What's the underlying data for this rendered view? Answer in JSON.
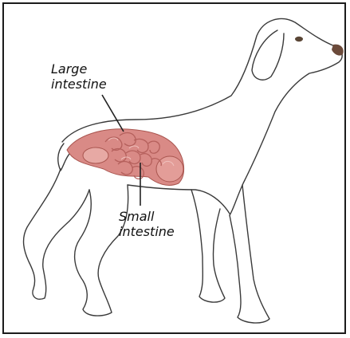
{
  "labels": {
    "large_intestine": [
      "Large",
      "intestine"
    ],
    "small_intestine": [
      "Small",
      "intestine"
    ]
  },
  "colors": {
    "outline": "#3a3a3a",
    "organ_fill": "#d98a86",
    "organ_dark": "#b5605c",
    "organ_light": "#eab3af",
    "nose": "#6b4a3a",
    "eye": "#5a4636"
  }
}
